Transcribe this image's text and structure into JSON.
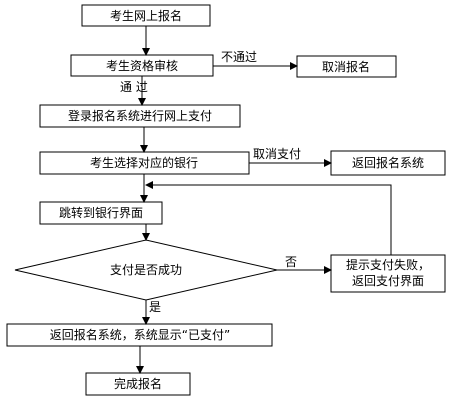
{
  "nodes": {
    "apply_online": "考生网上报名",
    "qualification_review": "考生资格审核",
    "cancel_registration": "取消报名",
    "login_pay": "登录报名系统进行网上支付",
    "choose_bank": "考生选择对应的银行",
    "return_system": "返回报名系统",
    "jump_bank": "跳转到银行界面",
    "payment_success_q": "支付是否成功",
    "payment_fail_line1": "提示支付失败，",
    "payment_fail_line2": "返回支付界面",
    "return_paid": "返回报名系统，系统显示“已支付”",
    "complete": "完成报名"
  },
  "edges": {
    "not_pass": "不通过",
    "pass": "通 过",
    "cancel_payment": "取消支付",
    "no": "否",
    "yes": "是"
  },
  "colors": {
    "box_fill": "#ffffff",
    "stroke": "#000000",
    "text": "#000000"
  }
}
